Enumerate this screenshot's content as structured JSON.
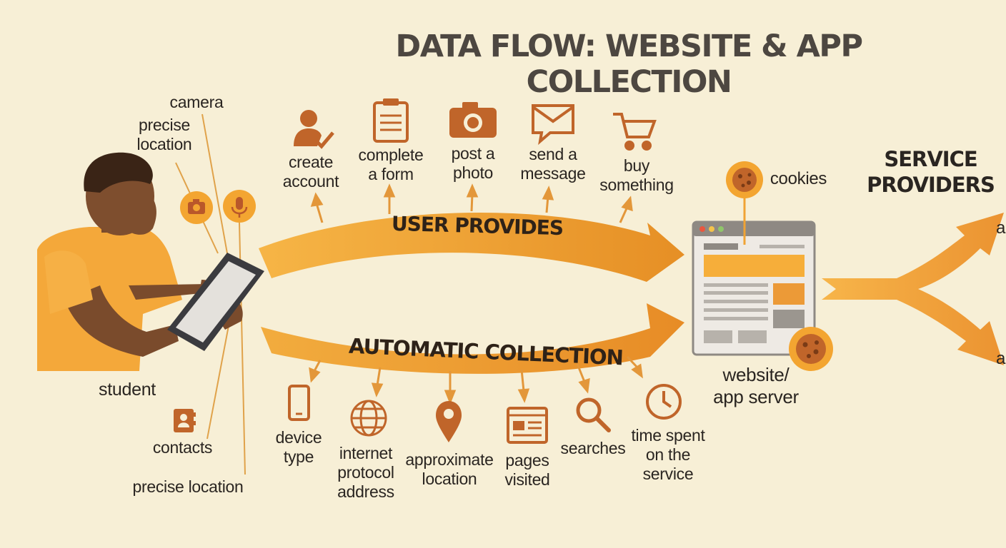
{
  "title": "DATA FLOW: WEBSITE & APP COLLECTION",
  "person": {
    "label": "student"
  },
  "device_permissions": [
    {
      "label": "camera",
      "icon": "camera-icon"
    },
    {
      "label": "precise\nlocation",
      "icon": "microphone-icon"
    },
    {
      "label": "contacts",
      "icon": "contacts-icon"
    },
    {
      "label": "precise location",
      "icon": "location-line"
    }
  ],
  "user_provides": {
    "label": "USER PROVIDES",
    "items": [
      {
        "label": "create\naccount",
        "icon": "create-account-icon"
      },
      {
        "label": "complete\na form",
        "icon": "clipboard-form-icon"
      },
      {
        "label": "post a\nphoto",
        "icon": "camera-photo-icon"
      },
      {
        "label": "send a\nmessage",
        "icon": "envelope-message-icon"
      },
      {
        "label": "buy\nsomething",
        "icon": "shopping-cart-icon"
      }
    ]
  },
  "automatic_collection": {
    "label": "AUTOMATIC COLLECTION",
    "items": [
      {
        "label": "device\ntype",
        "icon": "smartphone-icon"
      },
      {
        "label": "internet\nprotocol\naddress",
        "icon": "globe-icon"
      },
      {
        "label": "approximate\nlocation",
        "icon": "map-pin-icon"
      },
      {
        "label": "pages\nvisited",
        "icon": "browser-page-icon"
      },
      {
        "label": "searches",
        "icon": "magnifier-icon"
      },
      {
        "label": "time spent\non the\nservice",
        "icon": "clock-icon"
      }
    ]
  },
  "server": {
    "label": "website/\napp server",
    "cookies_label": "cookies"
  },
  "service_providers": {
    "label": "SERVICE\nPROVIDERS",
    "branch_labels": [
      "a",
      "a"
    ]
  },
  "colors": {
    "background": "#f7efd6",
    "band_orange": "#f2a43a",
    "icon_brown": "#c0652a",
    "badge_orange": "#f3a531",
    "text_dark": "#2a2521"
  }
}
